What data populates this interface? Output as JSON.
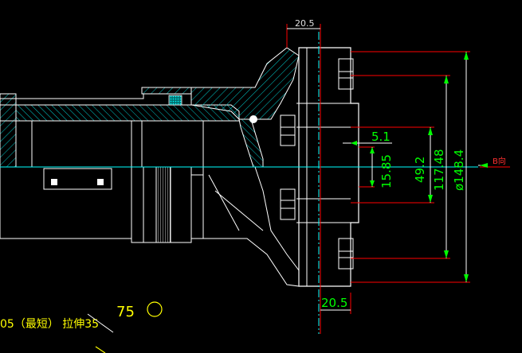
{
  "drawing": {
    "background": "#000000",
    "colors": {
      "dimension": "#00ff00",
      "extension": "#ff0000",
      "outline": "#ffffff",
      "hatch": "#00c8c8",
      "centerline": "#00ffff",
      "note": "#ffff00"
    },
    "dimensions": {
      "top_width": "20.5",
      "bottom_width": "20.5",
      "d_5_1": "5.1",
      "d_15_85": "15.85",
      "d_49_2": "49.2",
      "d_117_48": "117.48",
      "d_148_4": "ø148.4"
    },
    "view_label": "B向",
    "notes": {
      "length_note": "05（最短） 拉伸35",
      "circled_value": "75",
      "circle_mark": "O"
    }
  }
}
